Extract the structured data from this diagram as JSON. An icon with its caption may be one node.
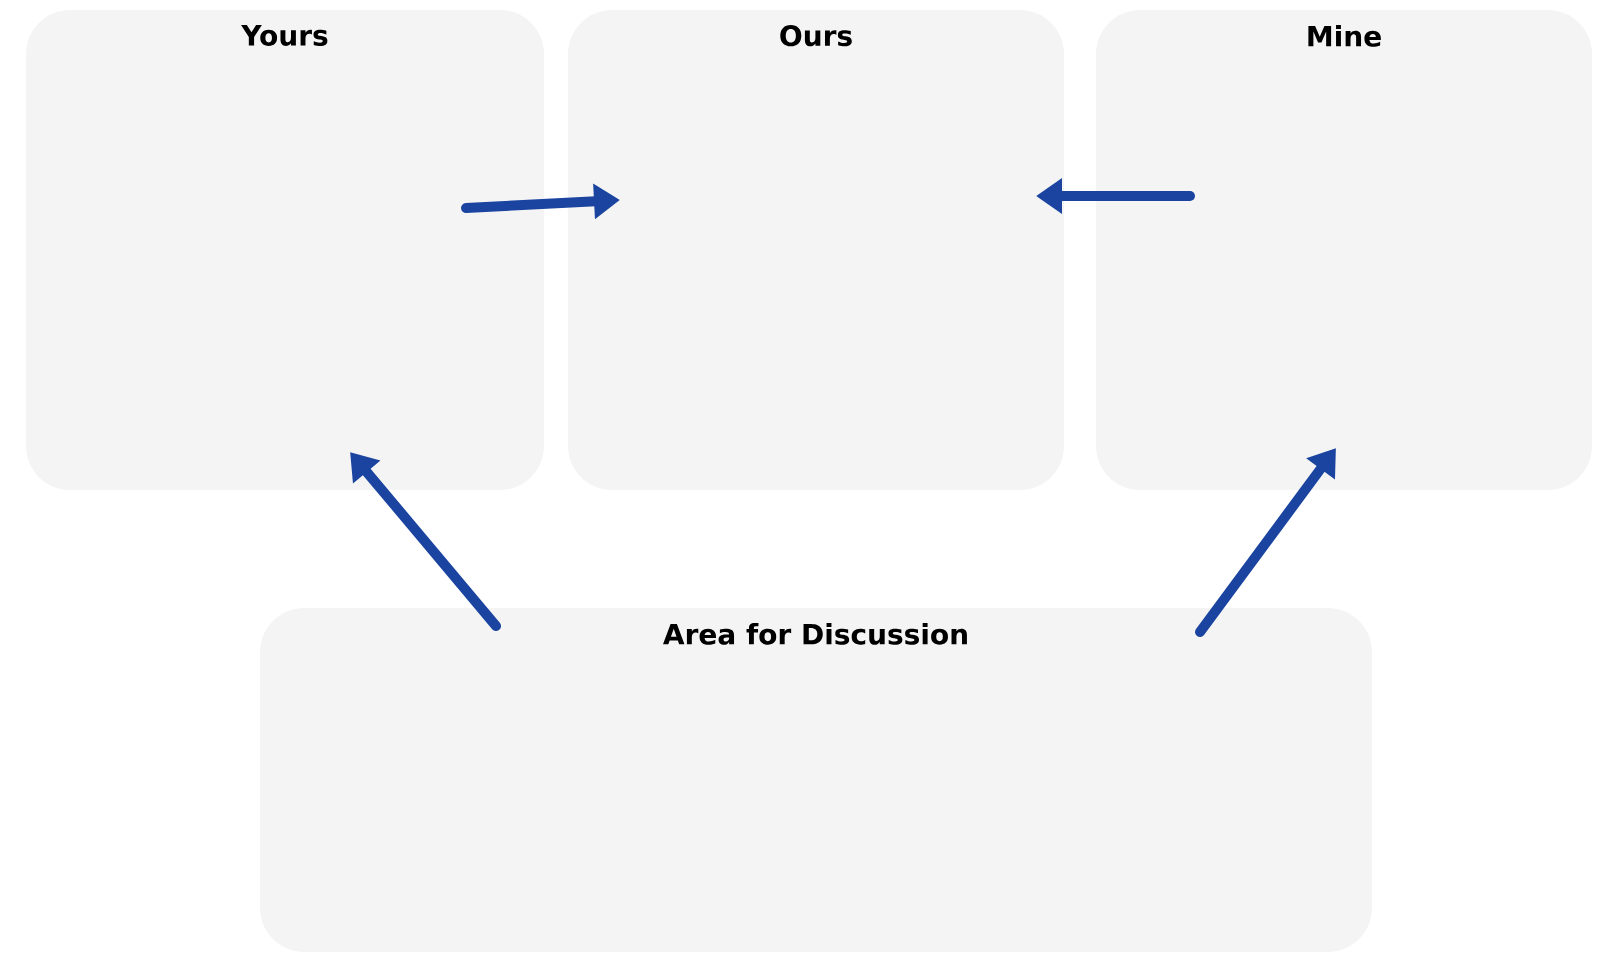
{
  "diagram": {
    "nodes": [
      {
        "text": [
          "Yours"
        ]
      },
      {
        "text": [
          "Ours"
        ]
      },
      {
        "text": [
          "Mine"
        ]
      },
      {
        "text": [
          "Area for Discussion"
        ]
      }
    ],
    "edges": [
      {
        "from": 0,
        "to": 1,
        "arrow": "to"
      },
      {
        "from": 2,
        "to": 1,
        "arrow": "to"
      },
      {
        "from": 3,
        "to": 0,
        "arrow": "to"
      },
      {
        "from": 3,
        "to": 2,
        "arrow": "to"
      }
    ]
  }
}
